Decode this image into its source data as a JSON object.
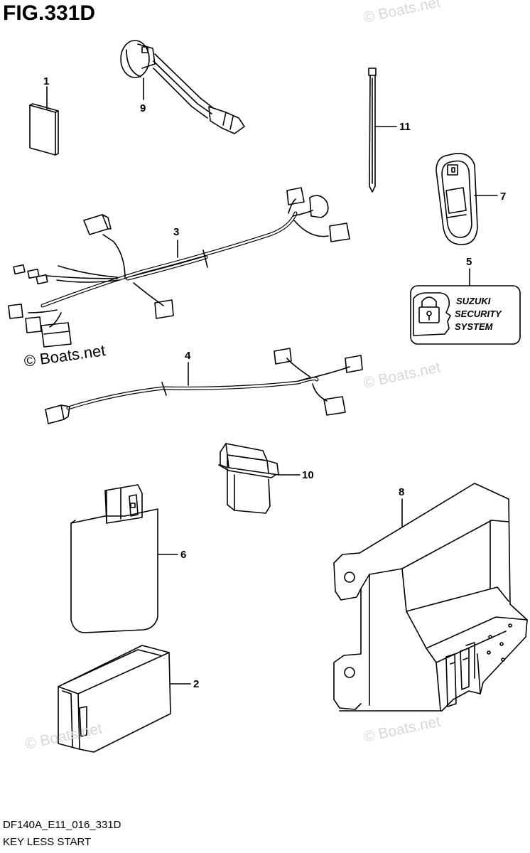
{
  "figure": {
    "title": "FIG.331D"
  },
  "watermarks": {
    "main": "© Boats.net",
    "faint": "© Boats.net"
  },
  "label_decal": {
    "line1": "SUZUKI",
    "line2": "SECURITY",
    "line3": "SYSTEM"
  },
  "callouts": [
    "1",
    "2",
    "3",
    "4",
    "5",
    "6",
    "7",
    "8",
    "9",
    "10",
    "11"
  ],
  "footer": {
    "code": "DF140A_E11_016_331D",
    "name": "KEY LESS START"
  },
  "colors": {
    "line": "#000000",
    "watermark": "#d7d7d7",
    "background": "#ffffff"
  }
}
